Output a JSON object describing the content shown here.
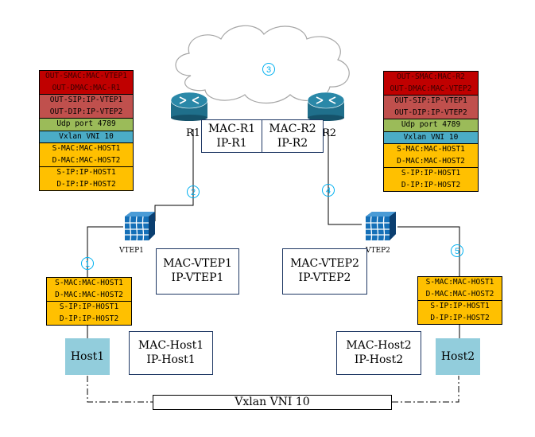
{
  "routers": {
    "r1": {
      "label": "R1",
      "mac": "MAC-R1",
      "ip": "IP-R1"
    },
    "r2": {
      "label": "R2",
      "mac": "MAC-R2",
      "ip": "IP-R2"
    }
  },
  "vteps": {
    "vtep1": {
      "label": "VTEP1",
      "mac": "MAC-VTEP1",
      "ip": "IP-VTEP1"
    },
    "vtep2": {
      "label": "VTEP2",
      "mac": "MAC-VTEP2",
      "ip": "IP-VTEP2"
    }
  },
  "hosts": {
    "host1": {
      "label": "Host1",
      "mac": "MAC-Host1",
      "ip": "IP-Host1"
    },
    "host2": {
      "label": "Host2",
      "mac": "MAC-Host2",
      "ip": "IP-Host2"
    }
  },
  "vxlan_bar": "Vxlan VNI 10",
  "markers": [
    "1",
    "2",
    "3",
    "4",
    "5"
  ],
  "packets": {
    "left_outer": [
      {
        "text": [
          "OUT-SMAC:MAC-VTEP1",
          "OUT-DMAC:MAC-R1"
        ],
        "color": "red"
      },
      {
        "text": [
          "OUT-SIP:IP-VTEP1",
          "OUT-DIP:IP-VTEP2"
        ],
        "color": "brick"
      },
      {
        "text": [
          "Udp port 4789"
        ],
        "color": "green"
      },
      {
        "text": [
          "Vxlan VNI 10"
        ],
        "color": "blue"
      },
      {
        "text": [
          "S-MAC:MAC-HOST1",
          "D-MAC:MAC-HOST2"
        ],
        "color": "orange"
      },
      {
        "text": [
          "S-IP:IP-HOST1",
          "D-IP:IP-HOST2"
        ],
        "color": "orange"
      }
    ],
    "right_outer": [
      {
        "text": [
          "OUT-SMAC:MAC-R2",
          "OUT-DMAC:MAC-VTEP2"
        ],
        "color": "red"
      },
      {
        "text": [
          "OUT-SIP:IP-VTEP1",
          "OUT-DIP:IP-VTEP2"
        ],
        "color": "brick"
      },
      {
        "text": [
          "Udp port 4789"
        ],
        "color": "green"
      },
      {
        "text": [
          "Vxlan VNI 10"
        ],
        "color": "blue"
      },
      {
        "text": [
          "S-MAC:MAC-HOST1",
          "D-MAC:MAC-HOST2"
        ],
        "color": "orange"
      },
      {
        "text": [
          "S-IP:IP-HOST1",
          "D-IP:IP-HOST2"
        ],
        "color": "orange"
      }
    ],
    "left_inner": [
      {
        "text": [
          "S-MAC:MAC-HOST1",
          "D-MAC:MAC-HOST2"
        ],
        "color": "orange"
      },
      {
        "text": [
          "S-IP:IP-HOST1",
          "D-IP:IP-HOST2"
        ],
        "color": "orange"
      }
    ],
    "right_inner": [
      {
        "text": [
          "S-MAC:MAC-HOST1",
          "D-MAC:MAC-HOST2"
        ],
        "color": "orange"
      },
      {
        "text": [
          "S-IP:IP-HOST1",
          "D-IP:IP-HOST2"
        ],
        "color": "orange"
      }
    ]
  },
  "colors": {
    "red": "#c00000",
    "brick": "#c0504d",
    "green": "#9bbb59",
    "blue": "#4bacc6",
    "orange": "#ffc000",
    "host": "#92cddc",
    "marker": "#00b0f0",
    "router": "#1f6f8b",
    "firewall": "#1570b8"
  },
  "icons": [
    "cloud-icon",
    "router-icon",
    "firewall-icon"
  ]
}
